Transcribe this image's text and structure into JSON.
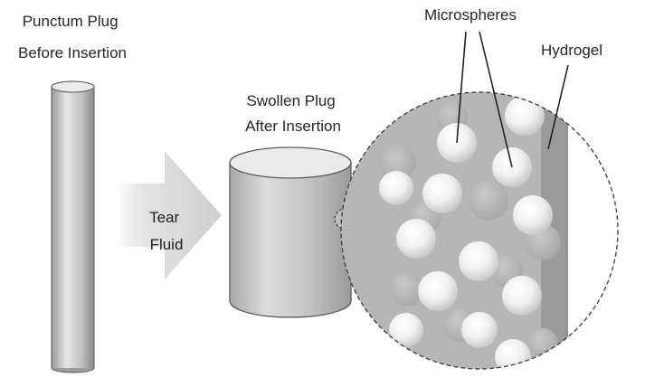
{
  "labels": {
    "plug_before_line1": "Punctum Plug",
    "plug_before_line2": "Before Insertion",
    "plug_after_line1": "Swollen Plug",
    "plug_after_line2": "After Insertion",
    "arrow_line1": "Tear",
    "arrow_line2": "Fluid",
    "microspheres": "Microspheres",
    "hydrogel": "Hydrogel"
  },
  "colors": {
    "cylinder_body": "#c8c8c8",
    "cylinder_top": "#e4e4e4",
    "arrow_fill": "#d9d9d9",
    "hydrogel_band": "#9a9a9a",
    "magnified_background": "#b4b4b4",
    "microsphere": "#f4f4f4",
    "outline": "#555555"
  }
}
